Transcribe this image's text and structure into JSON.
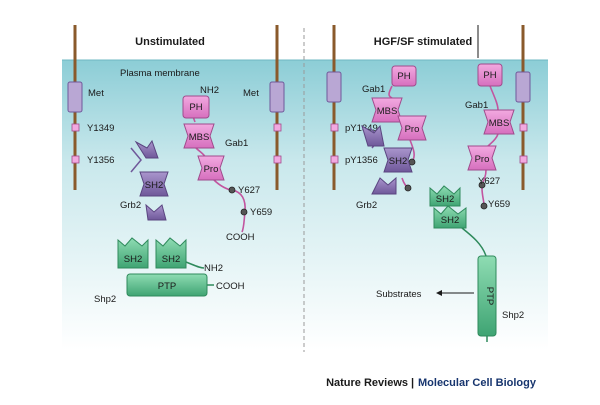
{
  "panels": {
    "left": {
      "title": "Unstimulated",
      "membrane_label": "Plasma membrane",
      "met_label": "Met",
      "met_label_right": "Met",
      "y1349": "Y1349",
      "y1356": "Y1356",
      "gab1": {
        "label": "Gab1",
        "ph": "PH",
        "mbs": "MBS",
        "pro": "Pro",
        "nh2": "NH2",
        "y627": "Y627",
        "y659": "Y659",
        "cooh": "COOH"
      },
      "grb2": {
        "label": "Grb2",
        "sh2": "SH2"
      },
      "shp2": {
        "label": "Shp2",
        "sh2a": "SH2",
        "sh2b": "SH2",
        "ptp": "PTP",
        "nh2": "NH2",
        "cooh": "COOH"
      }
    },
    "right": {
      "title": "HGF/SF stimulated",
      "py1349": "pY1349",
      "py1356": "pY1356",
      "gab1_left": {
        "label": "Gab1",
        "ph": "PH",
        "mbs": "MBS",
        "pro": "Pro"
      },
      "grb2": {
        "label": "Grb2",
        "sh2": "SH2"
      },
      "gab1_right": {
        "label": "Gab1",
        "ph": "PH",
        "mbs": "MBS",
        "pro": "Pro",
        "y627": "Y627",
        "y659": "Y659"
      },
      "shp2": {
        "label": "Shp2",
        "sh2a": "SH2",
        "sh2b": "SH2",
        "ptp": "PTP",
        "substrates": "Substrates"
      }
    }
  },
  "credit": {
    "publisher": "Nature Reviews",
    "separator": " | ",
    "journal": "Molecular Cell Biology"
  },
  "colors": {
    "membrane_top": "#8ccdd6",
    "membrane_bottom": "#ffffff",
    "rod": "#8a5a2b",
    "met_box": "#b9a7d4",
    "gab1": "#e78ad0",
    "grb2": "#8b73b5",
    "shp2": "#5cbf8f",
    "divider": "#9a9a9a",
    "journal_blue": "#17356e"
  }
}
